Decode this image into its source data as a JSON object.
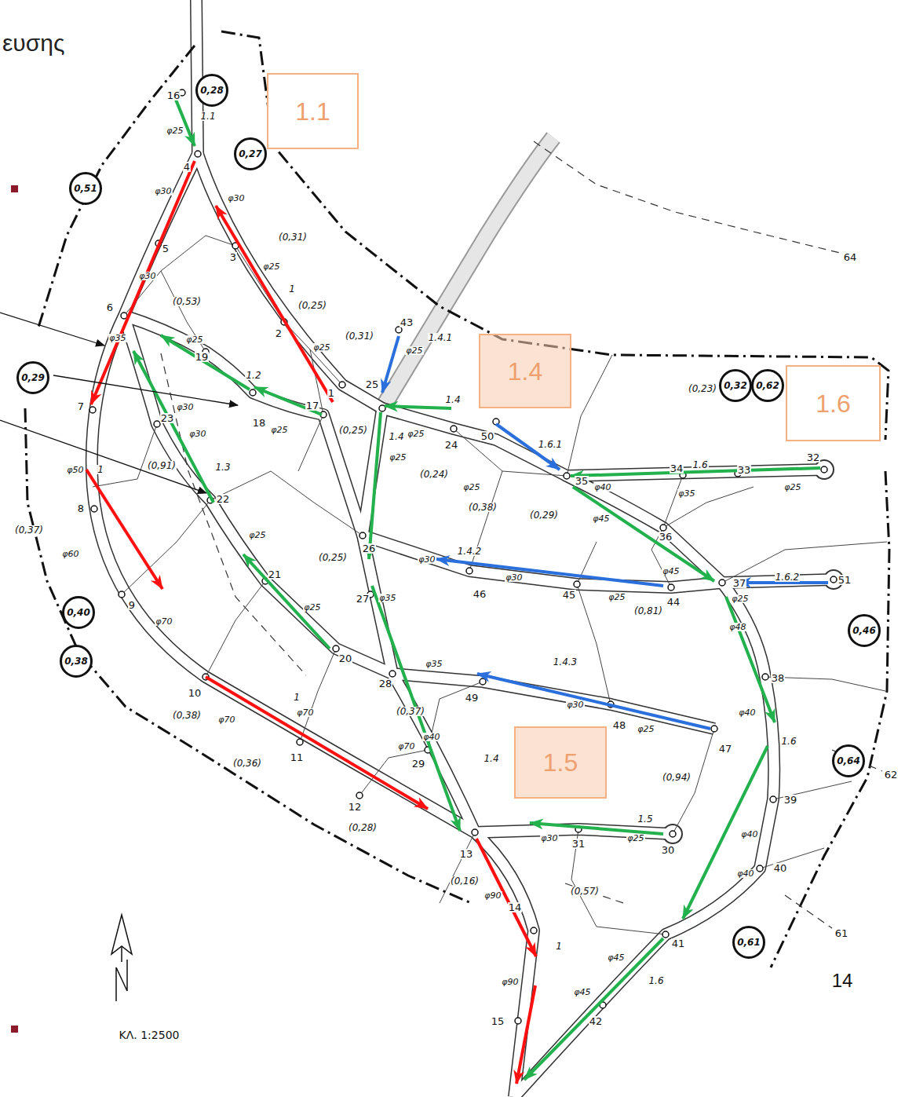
{
  "diagram": {
    "nodes": [
      {
        "text": [
          "1.1"
        ]
      },
      {
        "text": [
          "0,28"
        ]
      },
      {
        "text": [
          "0,27"
        ]
      },
      {
        "text": [
          "0,51"
        ]
      },
      {
        "text": [
          "1.4"
        ]
      },
      {
        "text": [
          "1.6"
        ]
      },
      {
        "text": [
          "0,29"
        ]
      },
      {
        "text": [
          "0,32"
        ]
      },
      {
        "text": [
          "0,62"
        ]
      },
      {
        "text": [
          "0,40"
        ]
      },
      {
        "text": [
          "0,46"
        ]
      },
      {
        "text": [
          "0,38"
        ]
      },
      {
        "text": [
          "1.5"
        ]
      },
      {
        "text": [
          "0,64"
        ]
      },
      {
        "text": [
          "0,61"
        ]
      }
    ],
    "labels": [
      "ευσης",
      "1",
      "2",
      "3",
      "4",
      "5",
      "6",
      "7",
      "8",
      "9",
      "10",
      "11",
      "12",
      "13",
      "14",
      "15",
      "16",
      "17",
      "18",
      "19",
      "20",
      "21",
      "22",
      "23",
      "24",
      "25",
      "26",
      "27",
      "28",
      "29",
      "30",
      "31",
      "32",
      "33",
      "34",
      "35",
      "36",
      "37",
      "38",
      "39",
      "40",
      "41",
      "42",
      "43",
      "44",
      "45",
      "46",
      "47",
      "48",
      "49",
      "50",
      "51",
      "1.1",
      "1",
      "1.2",
      "1.3",
      "1.4.1",
      "1.4",
      "1.4",
      "1.6.1",
      "1.6",
      "1.4.2",
      "1.6.2",
      "1",
      "1.4.3",
      "1.6",
      "1",
      "1.4",
      "1.5",
      "1",
      "1.6",
      "φ25",
      "φ30",
      "φ30",
      "φ25",
      "φ30",
      "φ35",
      "φ25",
      "φ25",
      "φ25",
      "φ25",
      "φ25",
      "φ25",
      "φ30",
      "φ30",
      "φ50",
      "φ60",
      "φ70",
      "φ70",
      "φ70",
      "φ70",
      "φ90",
      "φ90",
      "φ25",
      "φ40",
      "φ35",
      "φ25",
      "φ45",
      "φ45",
      "φ30",
      "φ30",
      "φ25",
      "φ35",
      "φ25",
      "φ25",
      "φ48",
      "φ25",
      "φ35",
      "φ30",
      "φ25",
      "φ40",
      "φ40",
      "φ30",
      "φ25",
      "φ40",
      "φ40",
      "φ45",
      "φ45",
      "(0,31)",
      "(0,53)",
      "(0,25)",
      "(0,31)",
      "(0,23)",
      "(0,25)",
      "(0,24)",
      "(0,38)",
      "(0,29)",
      "(0,91)",
      "(0,37)",
      "(0,25)",
      "(0,81)",
      "(0,37)",
      "(0,94)",
      "(0,38)",
      "(0,36)",
      "(0,28)",
      "(0,16)",
      "(0,57)",
      "64",
      "62",
      "61",
      "14",
      "ΚΛ. 1:2500"
    ]
  }
}
